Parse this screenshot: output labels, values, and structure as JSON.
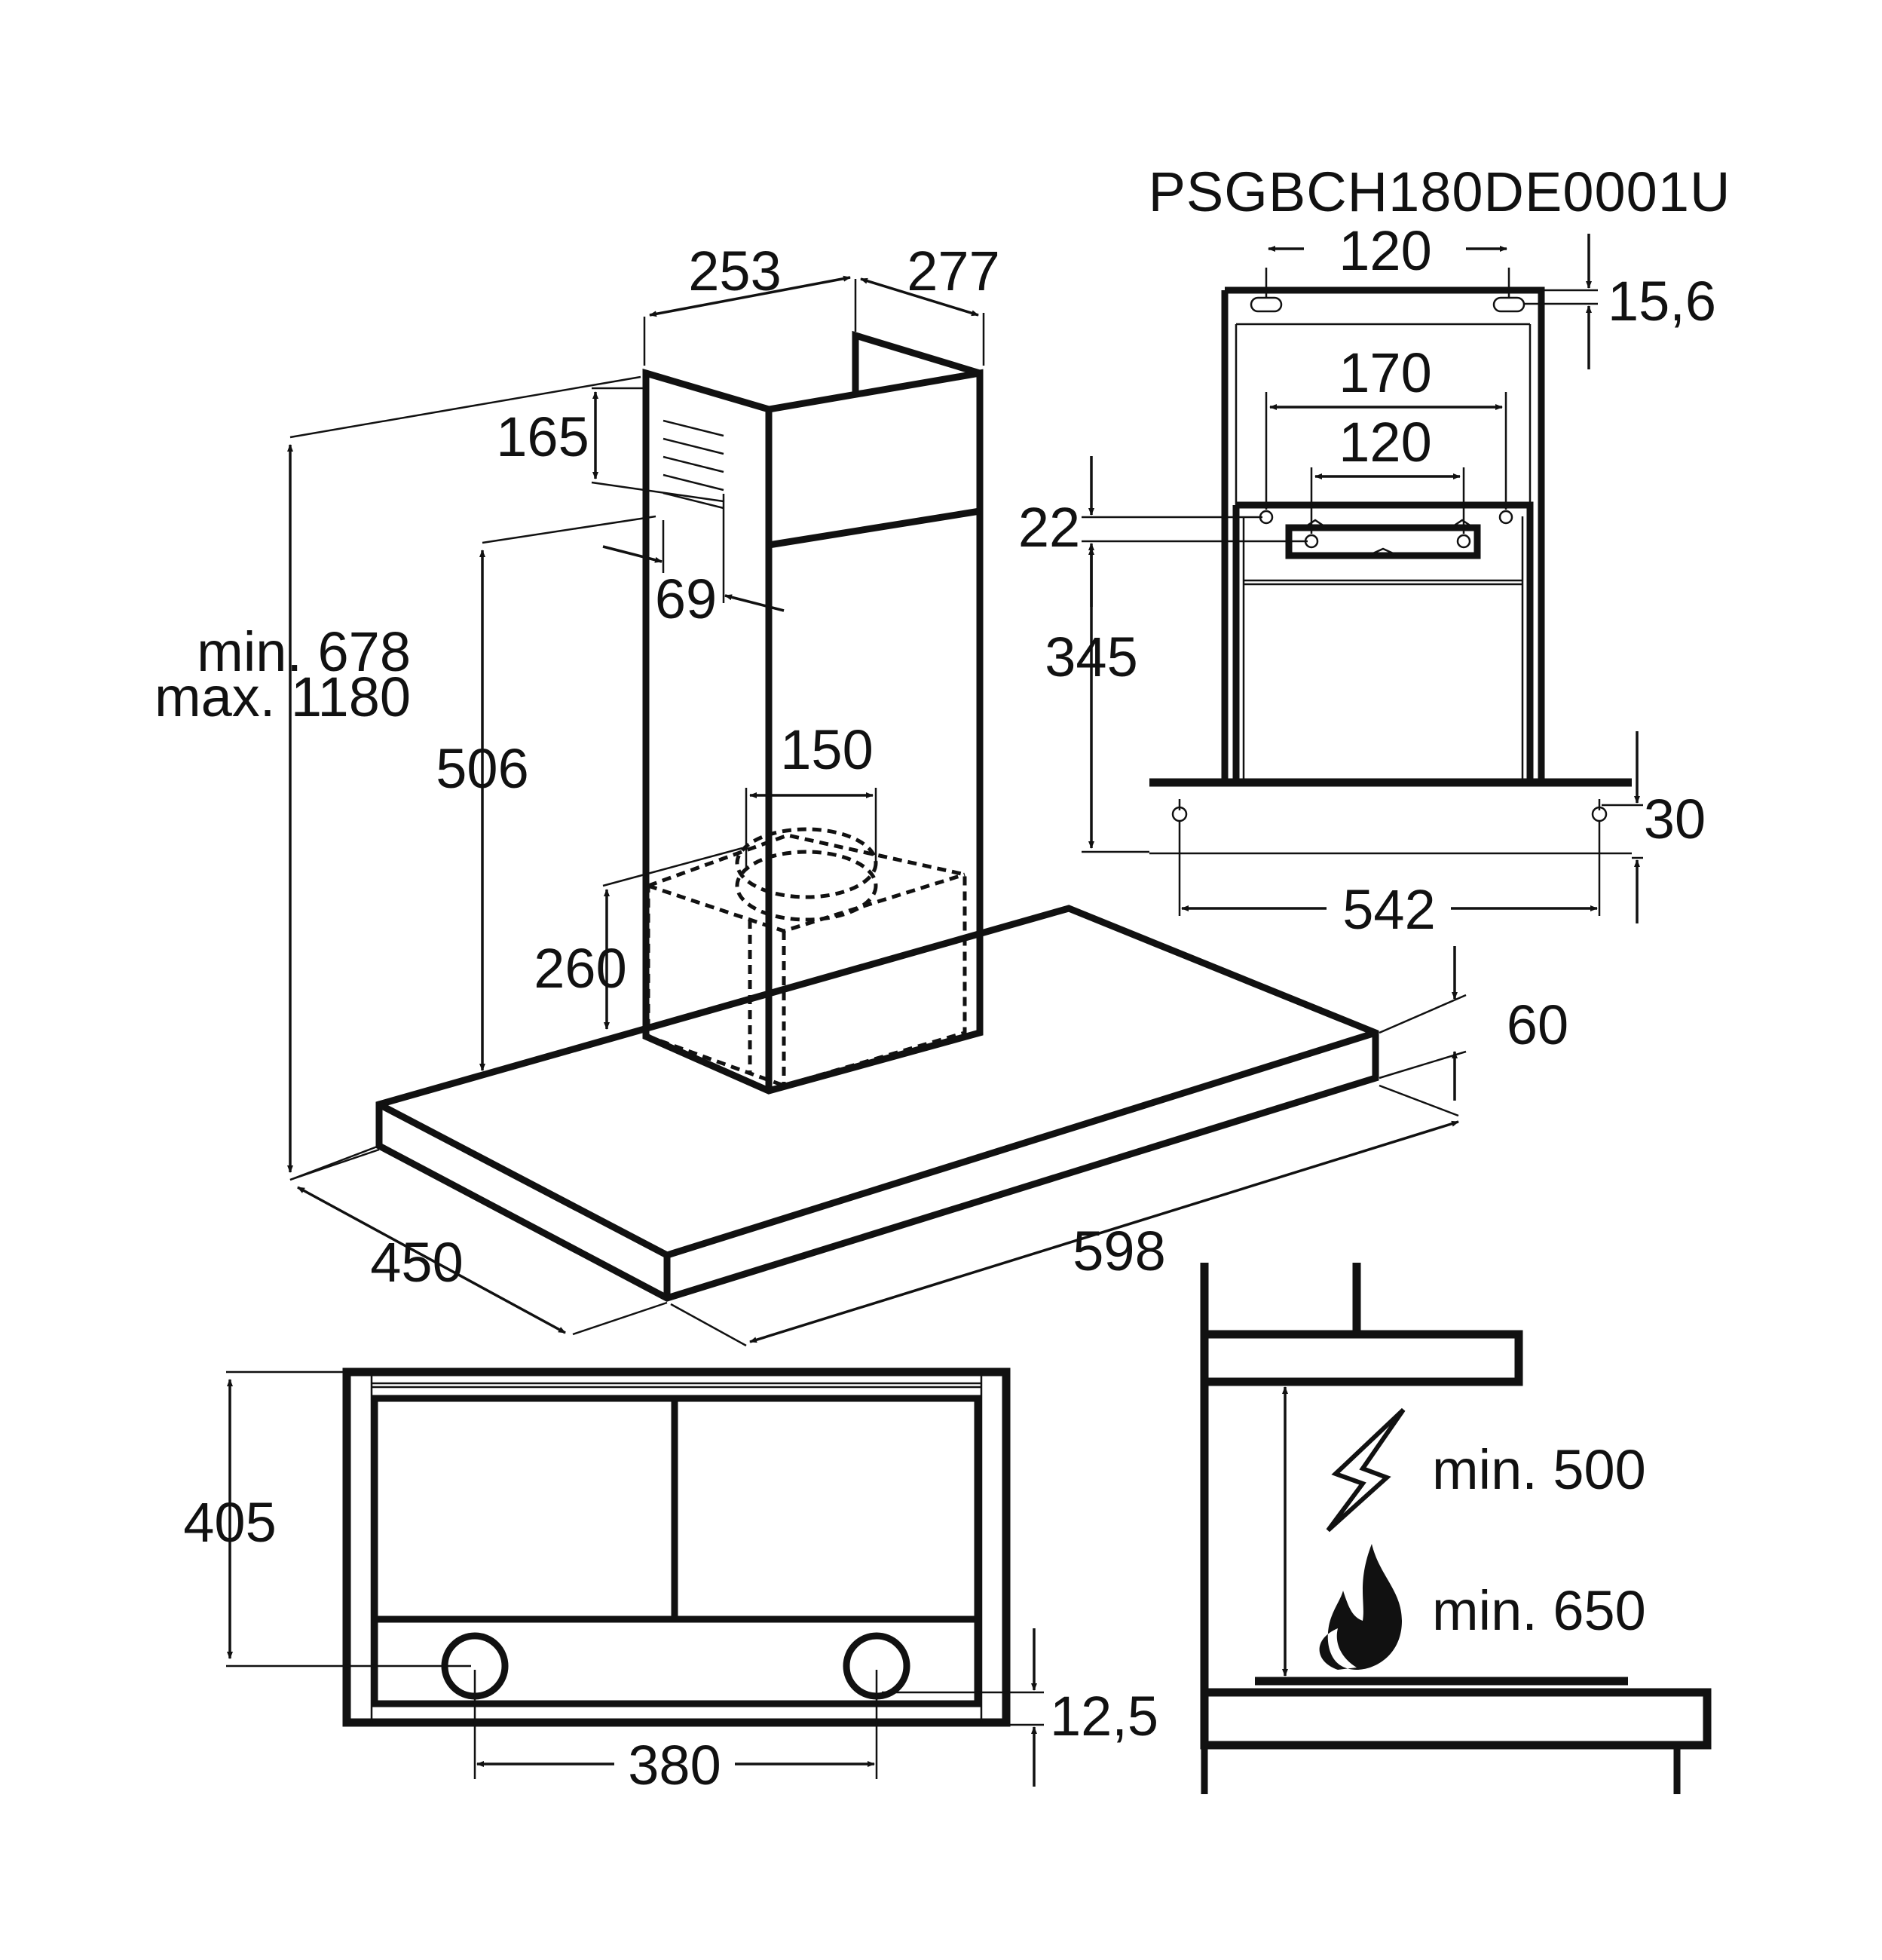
{
  "model_code": "PSGBCH180DE0001U",
  "hood": {
    "chimney_depth": "253",
    "chimney_width": "277",
    "vent_height": "165",
    "vent_offset": "69",
    "height_line1": "min. 678",
    "height_line2": "max. 1180",
    "chimney_height": "506",
    "outlet_diameter": "150",
    "motor_height": "260",
    "canopy_thickness": "60",
    "canopy_depth": "450",
    "canopy_width": "598"
  },
  "wall_bracket": {
    "top_hole_spacing": "120",
    "top_offset": "15,6",
    "outer_hole_spacing": "170",
    "inner_hole_spacing": "120",
    "hole_offset": "22",
    "bracket_height": "345",
    "lower_offset": "30",
    "lower_hole_spacing": "542"
  },
  "underside": {
    "depth": "405",
    "light_offset": "12,5",
    "light_spacing": "380"
  },
  "clearance": {
    "electric_min": "min. 500",
    "gas_min": "min. 650",
    "electric_icon": "lightning-icon",
    "gas_icon": "flame-icon"
  }
}
